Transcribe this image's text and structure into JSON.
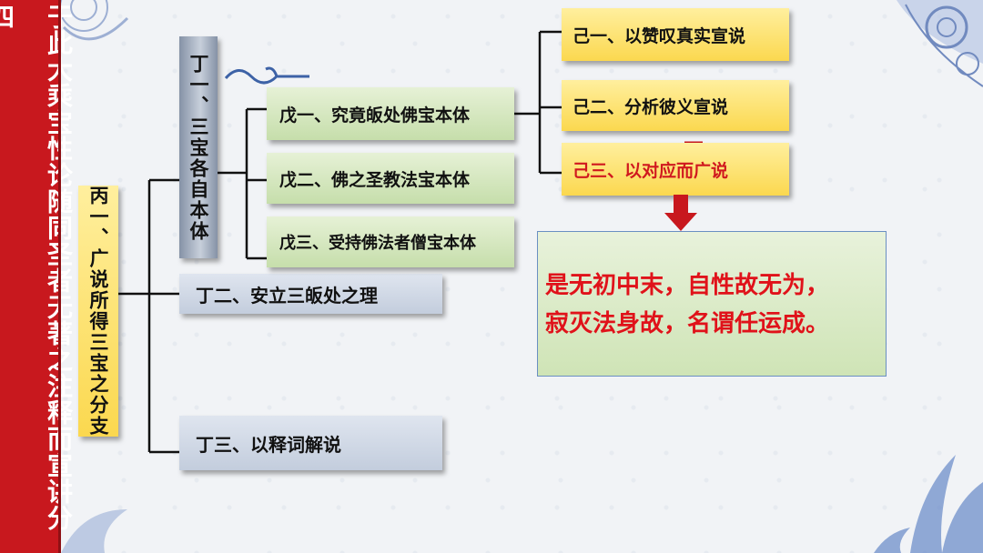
{
  "side_title": "于此大乘宝性论随同圣者无著之注释而宣讲分四",
  "tree": {
    "bing": "丙一、广说所得三宝之分支",
    "ding1": "丁一、三宝各自本体",
    "ding2": "丁二、安立三皈处之理",
    "ding3": "丁三、以释词解说",
    "wu1": "戊一、究竟皈处佛宝本体",
    "wu2": "戊二、佛之圣教法宝本体",
    "wu3": "戊三、受持佛法者僧宝本体",
    "ji1": "己一、以赞叹真实宣说",
    "ji2": "己二、分析彼义宣说",
    "ji3": "己三、以对应而广说"
  },
  "verse": {
    "line1": "是无初中末，自性故无为，",
    "line2": "寂灭法身故，名谓任运成。"
  },
  "colors": {
    "side_bar": "#c8181e",
    "highlight_text": "#d0181e",
    "arrow": "#c8181e",
    "connector": "#111111"
  }
}
